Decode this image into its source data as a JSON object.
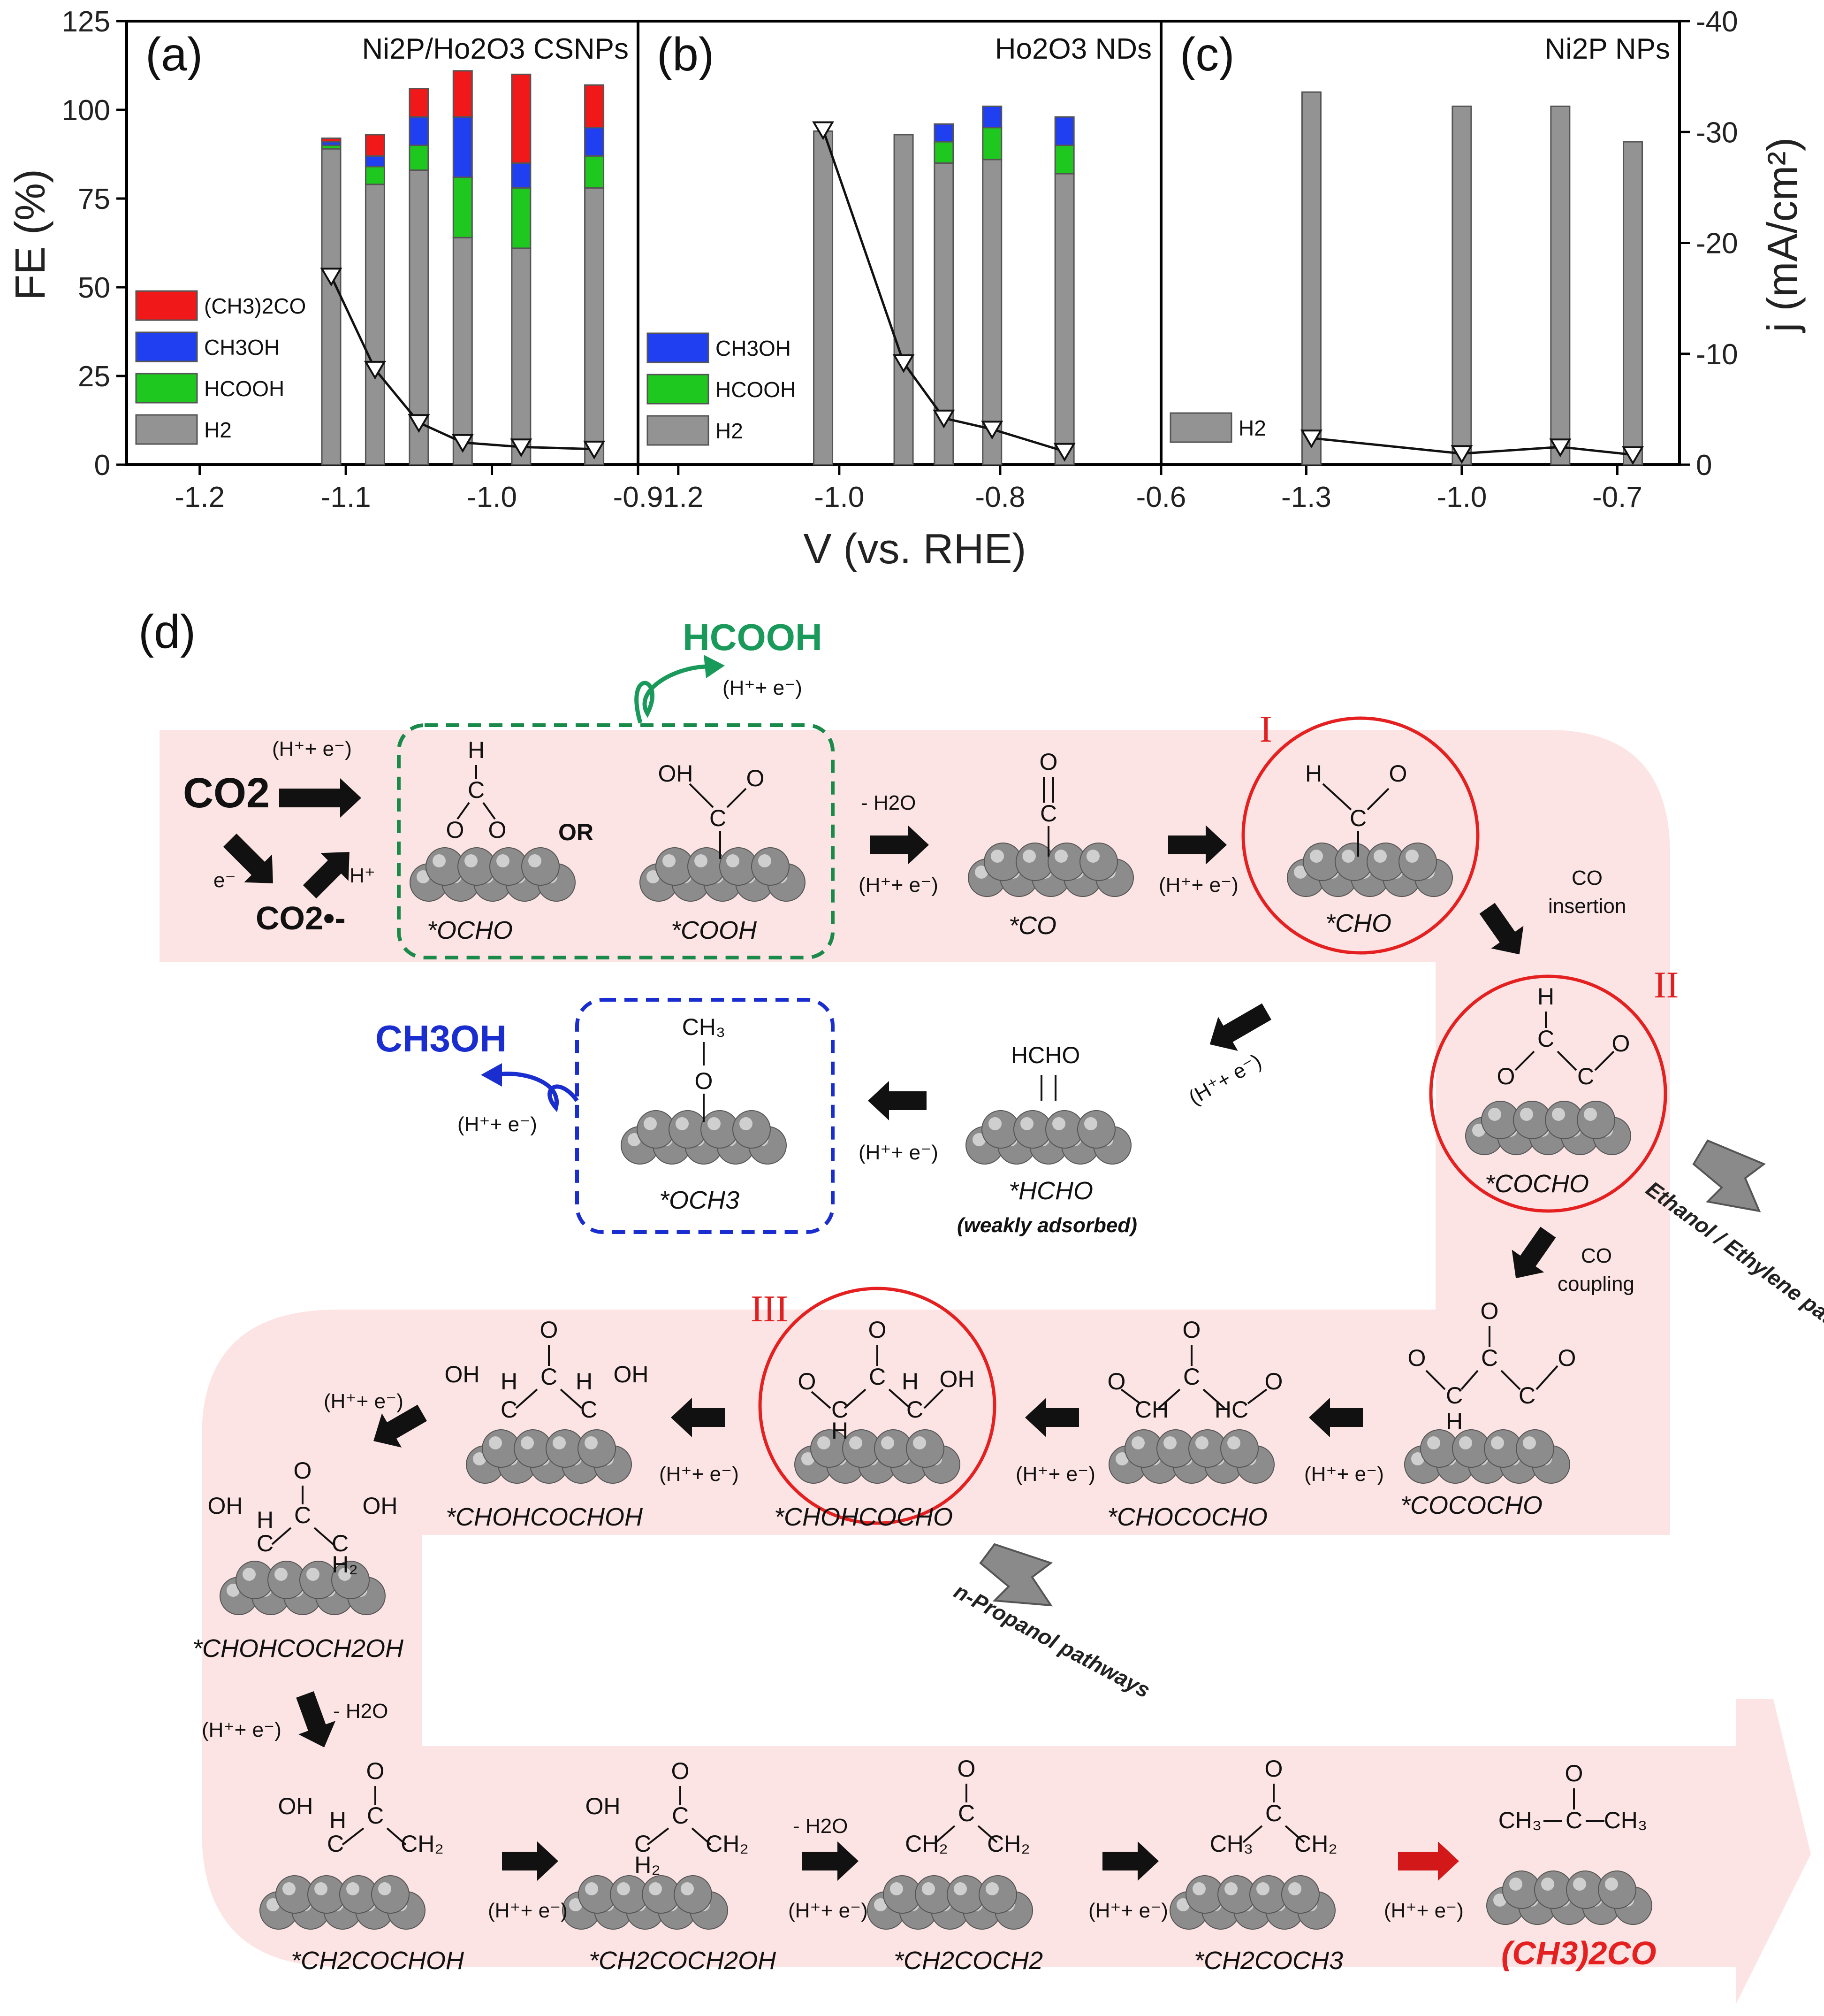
{
  "axes": {
    "x_label": "V (vs. RHE)",
    "y_left_label": "FE (%)",
    "y_right_label": "j (mA/cm²)",
    "y_left_ticks": [
      "0",
      "25",
      "50",
      "75",
      "100",
      "125"
    ],
    "y_right_ticks": [
      "0",
      "-10",
      "-20",
      "-30",
      "-40"
    ]
  },
  "chart_data": [
    {
      "type": "bar",
      "panel": "(a)",
      "title": "Ni2P/Ho2O3 CSNPs",
      "xlim": [
        -1.25,
        -0.9
      ],
      "ylim": [
        0,
        125
      ],
      "x_ticks": [
        "-1.2",
        "-1.1",
        "-1.0",
        "-0.9"
      ],
      "x": [
        -1.11,
        -1.08,
        -1.05,
        -1.02,
        -0.98,
        -0.93
      ],
      "series": [
        {
          "name": "H2",
          "color": "#939393",
          "values": [
            89,
            79,
            83,
            64,
            61,
            78
          ]
        },
        {
          "name": "HCOOH",
          "color": "#1fc81f",
          "values": [
            1,
            5,
            7,
            17,
            17,
            9
          ]
        },
        {
          "name": "CH3OH",
          "color": "#1f3ff0",
          "values": [
            1,
            3,
            8,
            17,
            7,
            8
          ]
        },
        {
          "name": "(CH3)2CO",
          "color": "#f01818",
          "values": [
            1,
            6,
            8,
            13,
            25,
            12
          ]
        }
      ],
      "current_density": {
        "x": [
          -1.11,
          -1.08,
          -1.05,
          -1.02,
          -0.98,
          -0.93
        ],
        "j": [
          -17,
          -8.6,
          -3.8,
          -2.0,
          -1.6,
          -1.4
        ]
      },
      "legend": [
        "(CH3)2CO",
        "CH3OH",
        "HCOOH",
        "H2"
      ]
    },
    {
      "type": "bar",
      "panel": "(b)",
      "title": "Ho2O3 NDs",
      "xlim": [
        -1.25,
        -0.6
      ],
      "ylim": [
        0,
        125
      ],
      "x_ticks": [
        "-1.2",
        "-1.0",
        "-0.8",
        "-0.6"
      ],
      "x": [
        -1.02,
        -0.92,
        -0.87,
        -0.81,
        -0.72
      ],
      "series": [
        {
          "name": "H2",
          "color": "#939393",
          "values": [
            94,
            93,
            85,
            86,
            82
          ]
        },
        {
          "name": "HCOOH",
          "color": "#1fc81f",
          "values": [
            0,
            0,
            6,
            9,
            8
          ]
        },
        {
          "name": "CH3OH",
          "color": "#1f3ff0",
          "values": [
            0,
            0,
            5,
            6,
            8
          ]
        }
      ],
      "current_density": {
        "x": [
          -1.02,
          -0.92,
          -0.87,
          -0.81,
          -0.72
        ],
        "j": [
          -30.2,
          -9.2,
          -4.2,
          -3.2,
          -1.2
        ]
      },
      "legend": [
        "CH3OH",
        "HCOOH",
        "H2"
      ]
    },
    {
      "type": "bar",
      "panel": "(c)",
      "title": "Ni2P NPs",
      "xlim": [
        -1.58,
        -0.58
      ],
      "ylim": [
        0,
        125
      ],
      "x_ticks": [
        "-1.3",
        "-1.0",
        "-0.7"
      ],
      "x": [
        -1.29,
        -1.0,
        -0.81,
        -0.67
      ],
      "series": [
        {
          "name": "H2",
          "color": "#939393",
          "values": [
            105,
            101,
            101,
            91
          ]
        }
      ],
      "current_density": {
        "x": [
          -1.29,
          -1.0,
          -0.81,
          -0.67
        ],
        "j": [
          -2.4,
          -1.0,
          -1.6,
          -0.9
        ]
      },
      "legend": [
        "H2"
      ]
    }
  ],
  "scheme": {
    "panel_label": "(d)",
    "steps": {
      "co2": "CO2",
      "co2_radical": "CO2•-",
      "hcooh": "HCOOH",
      "ch3oh": "CH3OH",
      "or": "OR",
      "hcho": "HCHO",
      "weakly": "(weakly adsorbed)",
      "ocho": "*OCHO",
      "cooh": "*COOH",
      "co": "*CO",
      "cho": "*CHO",
      "cocho": "*COCHO",
      "ococho": "*COCOCHO",
      "chococho": "*CHOCOCHO",
      "chohcocho": "*CHOHCOCHO",
      "chohcochoh": "*CHOHCOCHOH",
      "chohcoch2oh": "*CHOHCOCH2OH",
      "ch2cochoh": "*CH2COCHOH",
      "ch2coch2oh": "*CH2COCH2OH",
      "ch2coch2": "*CH2COCH2",
      "ch2coch3": "*CH2COCH3",
      "och3": "*OCH3",
      "hcho_ads": "*HCHO",
      "acetone": "(CH3)2CO"
    },
    "conditions": {
      "he": "(H⁺+ e⁻)",
      "minus_h2o": "- H2O",
      "co_insertion_1": "CO",
      "co_insertion_2": "insertion",
      "co_coupling_1": "CO",
      "co_coupling_2": "coupling",
      "e_minus": "e⁻",
      "h_plus": "H⁺"
    },
    "roman": [
      "I",
      "II",
      "III"
    ],
    "side_paths": [
      "Ethanol / Ethylene pathways",
      "n-Propanol pathways"
    ]
  }
}
